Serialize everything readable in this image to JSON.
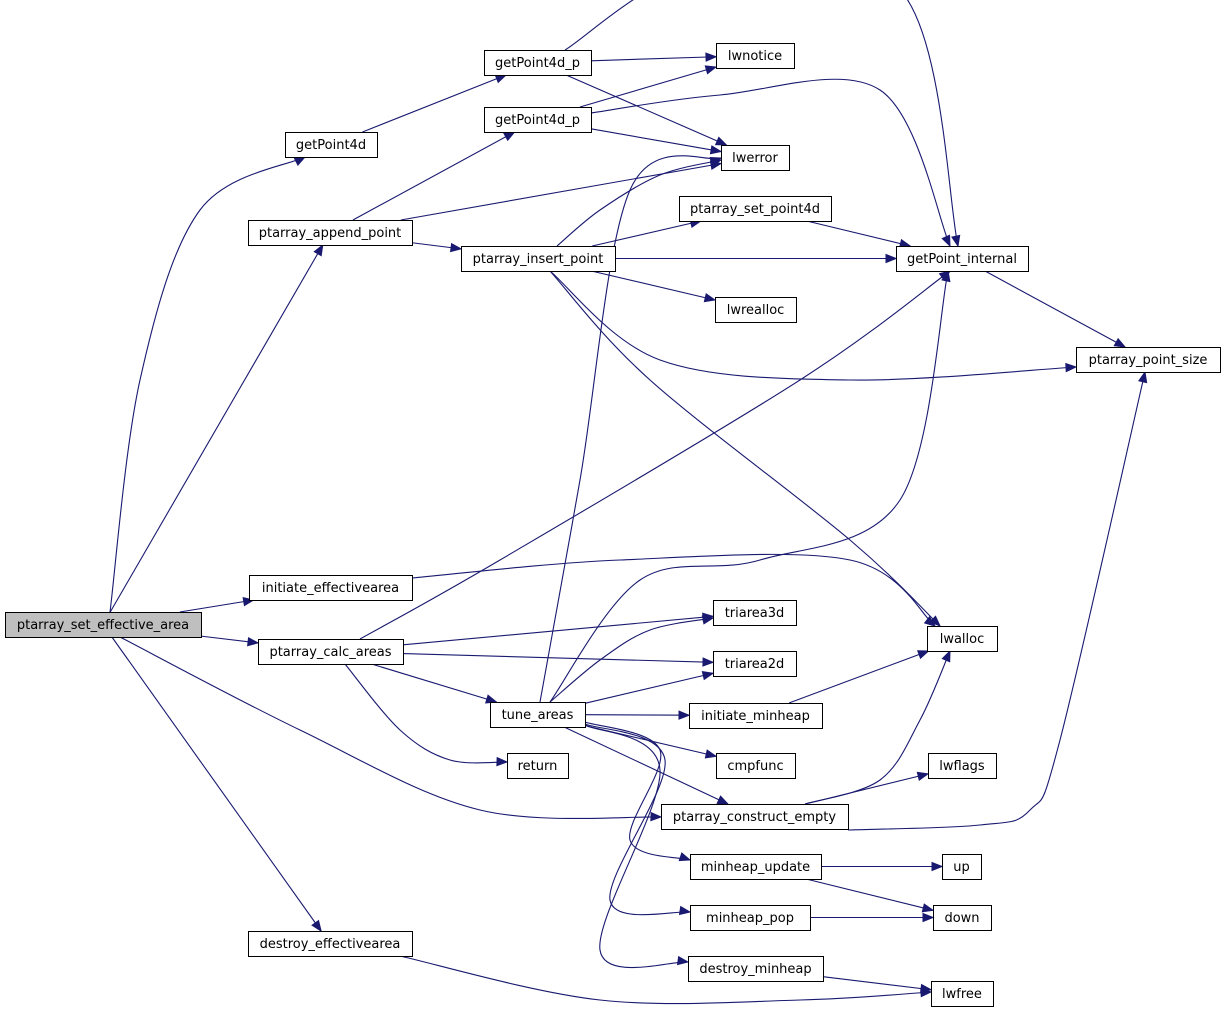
{
  "colors": {
    "edge": "#191970",
    "node_fill": "#ffffff",
    "root_fill": "#bfbfbf",
    "border": "#000000"
  },
  "nodes": [
    {
      "id": "ptarray_set_effective_area",
      "label": "ptarray_set_effective_area",
      "root": true
    },
    {
      "id": "getPoint4d",
      "label": "getPoint4d"
    },
    {
      "id": "getPoint4d_p_a",
      "label": "getPoint4d_p"
    },
    {
      "id": "getPoint4d_p_b",
      "label": "getPoint4d_p"
    },
    {
      "id": "lwnotice",
      "label": "lwnotice"
    },
    {
      "id": "lwerror",
      "label": "lwerror"
    },
    {
      "id": "ptarray_append_point",
      "label": "ptarray_append_point"
    },
    {
      "id": "ptarray_insert_point",
      "label": "ptarray_insert_point"
    },
    {
      "id": "ptarray_set_point4d",
      "label": "ptarray_set_point4d"
    },
    {
      "id": "getPoint_internal",
      "label": "getPoint_internal"
    },
    {
      "id": "lwrealloc",
      "label": "lwrealloc"
    },
    {
      "id": "ptarray_point_size",
      "label": "ptarray_point_size"
    },
    {
      "id": "initiate_effectivearea",
      "label": "initiate_effectivearea"
    },
    {
      "id": "ptarray_calc_areas",
      "label": "ptarray_calc_areas"
    },
    {
      "id": "triarea3d",
      "label": "triarea3d"
    },
    {
      "id": "triarea2d",
      "label": "triarea2d"
    },
    {
      "id": "lwalloc",
      "label": "lwalloc"
    },
    {
      "id": "tune_areas",
      "label": "tune_areas"
    },
    {
      "id": "initiate_minheap",
      "label": "initiate_minheap"
    },
    {
      "id": "return",
      "label": "return"
    },
    {
      "id": "cmpfunc",
      "label": "cmpfunc"
    },
    {
      "id": "lwflags",
      "label": "lwflags"
    },
    {
      "id": "ptarray_construct_empty",
      "label": "ptarray_construct_empty"
    },
    {
      "id": "minheap_update",
      "label": "minheap_update"
    },
    {
      "id": "up",
      "label": "up"
    },
    {
      "id": "minheap_pop",
      "label": "minheap_pop"
    },
    {
      "id": "down",
      "label": "down"
    },
    {
      "id": "destroy_effectivearea",
      "label": "destroy_effectivearea"
    },
    {
      "id": "destroy_minheap",
      "label": "destroy_minheap"
    },
    {
      "id": "lwfree",
      "label": "lwfree"
    }
  ],
  "edges": [
    [
      "ptarray_set_effective_area",
      "getPoint4d"
    ],
    [
      "ptarray_set_effective_area",
      "ptarray_append_point"
    ],
    [
      "ptarray_set_effective_area",
      "initiate_effectivearea"
    ],
    [
      "ptarray_set_effective_area",
      "ptarray_calc_areas"
    ],
    [
      "ptarray_set_effective_area",
      "ptarray_construct_empty"
    ],
    [
      "ptarray_set_effective_area",
      "destroy_effectivearea"
    ],
    [
      "getPoint4d",
      "getPoint4d_p_a"
    ],
    [
      "getPoint4d_p_a",
      "lwnotice"
    ],
    [
      "getPoint4d_p_a",
      "lwerror"
    ],
    [
      "getPoint4d_p_a",
      "getPoint_internal"
    ],
    [
      "getPoint4d_p_b",
      "lwnotice"
    ],
    [
      "getPoint4d_p_b",
      "lwerror"
    ],
    [
      "getPoint4d_p_b",
      "getPoint_internal"
    ],
    [
      "ptarray_append_point",
      "getPoint4d_p_b"
    ],
    [
      "ptarray_append_point",
      "lwerror"
    ],
    [
      "ptarray_append_point",
      "ptarray_insert_point"
    ],
    [
      "ptarray_insert_point",
      "lwerror"
    ],
    [
      "ptarray_insert_point",
      "ptarray_set_point4d"
    ],
    [
      "ptarray_insert_point",
      "getPoint_internal"
    ],
    [
      "ptarray_insert_point",
      "lwrealloc"
    ],
    [
      "ptarray_insert_point",
      "ptarray_point_size"
    ],
    [
      "ptarray_insert_point",
      "lwalloc"
    ],
    [
      "ptarray_set_point4d",
      "getPoint_internal"
    ],
    [
      "getPoint_internal",
      "ptarray_point_size"
    ],
    [
      "initiate_effectivearea",
      "lwalloc"
    ],
    [
      "ptarray_calc_areas",
      "getPoint_internal"
    ],
    [
      "ptarray_calc_areas",
      "triarea3d"
    ],
    [
      "ptarray_calc_areas",
      "triarea2d"
    ],
    [
      "ptarray_calc_areas",
      "tune_areas"
    ],
    [
      "ptarray_calc_areas",
      "return"
    ],
    [
      "tune_areas",
      "lwerror"
    ],
    [
      "tune_areas",
      "getPoint_internal"
    ],
    [
      "tune_areas",
      "triarea3d"
    ],
    [
      "tune_areas",
      "triarea2d"
    ],
    [
      "tune_areas",
      "initiate_minheap"
    ],
    [
      "tune_areas",
      "cmpfunc"
    ],
    [
      "tune_areas",
      "ptarray_construct_empty"
    ],
    [
      "tune_areas",
      "minheap_update"
    ],
    [
      "tune_areas",
      "minheap_pop"
    ],
    [
      "tune_areas",
      "destroy_minheap"
    ],
    [
      "initiate_minheap",
      "lwalloc"
    ],
    [
      "ptarray_construct_empty",
      "lwalloc"
    ],
    [
      "ptarray_construct_empty",
      "lwflags"
    ],
    [
      "ptarray_construct_empty",
      "ptarray_point_size"
    ],
    [
      "minheap_update",
      "up"
    ],
    [
      "minheap_update",
      "down"
    ],
    [
      "minheap_pop",
      "down"
    ],
    [
      "destroy_effectivearea",
      "lwfree"
    ],
    [
      "destroy_minheap",
      "lwfree"
    ]
  ]
}
